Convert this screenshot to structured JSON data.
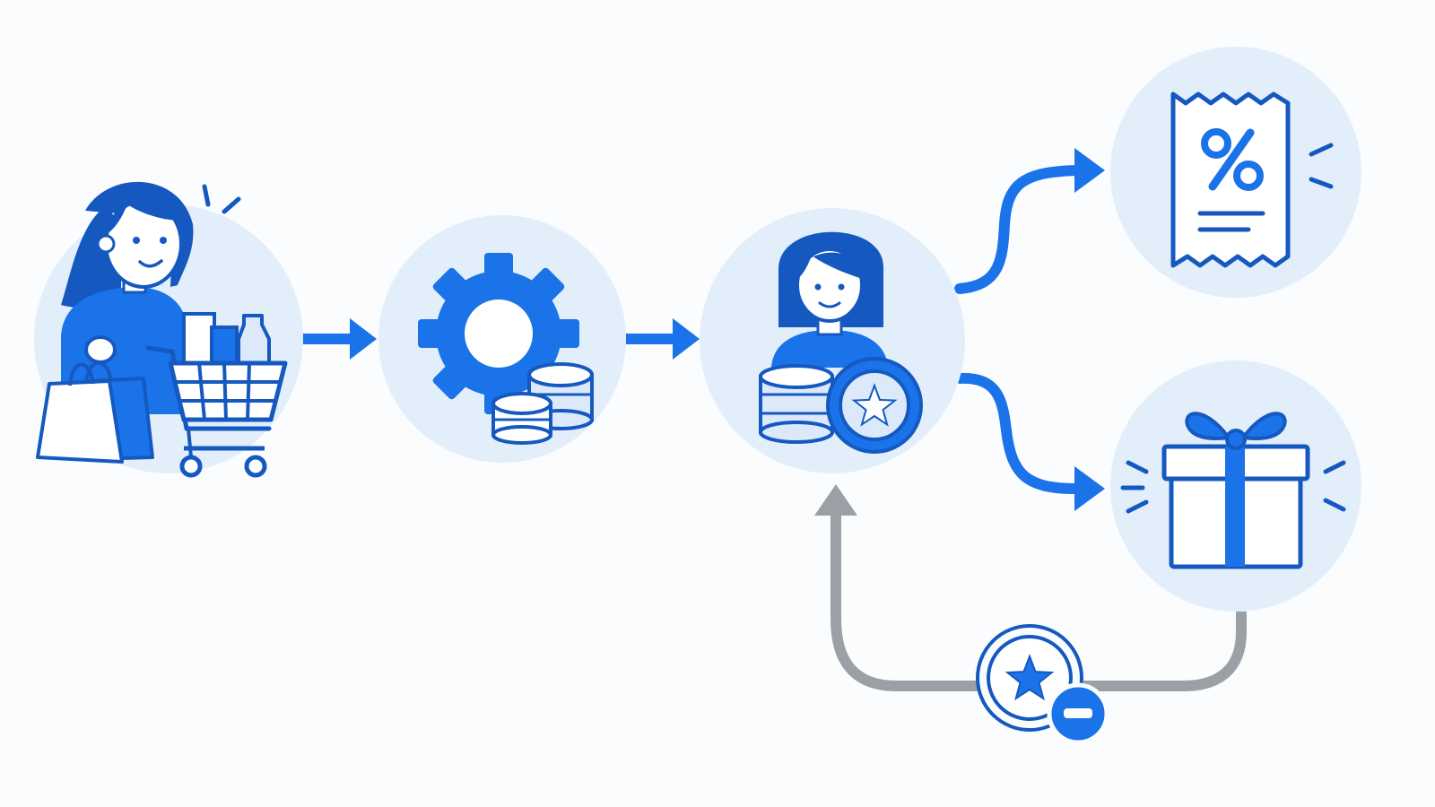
{
  "diagram": {
    "colors": {
      "background": "#fbfcfe",
      "circle_fill": "#e3eefb",
      "primary": "#1a73e8",
      "primary_dark": "#1559c0",
      "light_blue": "#dbe9fb",
      "gray": "#9aa0a6",
      "white": "#ffffff"
    },
    "nodes": [
      {
        "id": "shopper",
        "icon": "shopper-with-cart-icon"
      },
      {
        "id": "processing",
        "icon": "gear-with-coins-icon"
      },
      {
        "id": "member-points",
        "icon": "member-with-points-icon"
      },
      {
        "id": "discount",
        "icon": "discount-receipt-icon"
      },
      {
        "id": "gift",
        "icon": "gift-box-icon"
      }
    ],
    "connectors": [
      {
        "from": "shopper",
        "to": "processing",
        "icon": "arrow-right-icon"
      },
      {
        "from": "processing",
        "to": "member-points",
        "icon": "arrow-right-icon"
      },
      {
        "from": "member-points",
        "to": "discount",
        "icon": "curved-arrow-icon"
      },
      {
        "from": "member-points",
        "to": "gift",
        "icon": "curved-arrow-icon"
      },
      {
        "from": "gift",
        "to": "member-points",
        "icon": "points-deduct-icon",
        "style": "gray"
      }
    ]
  }
}
